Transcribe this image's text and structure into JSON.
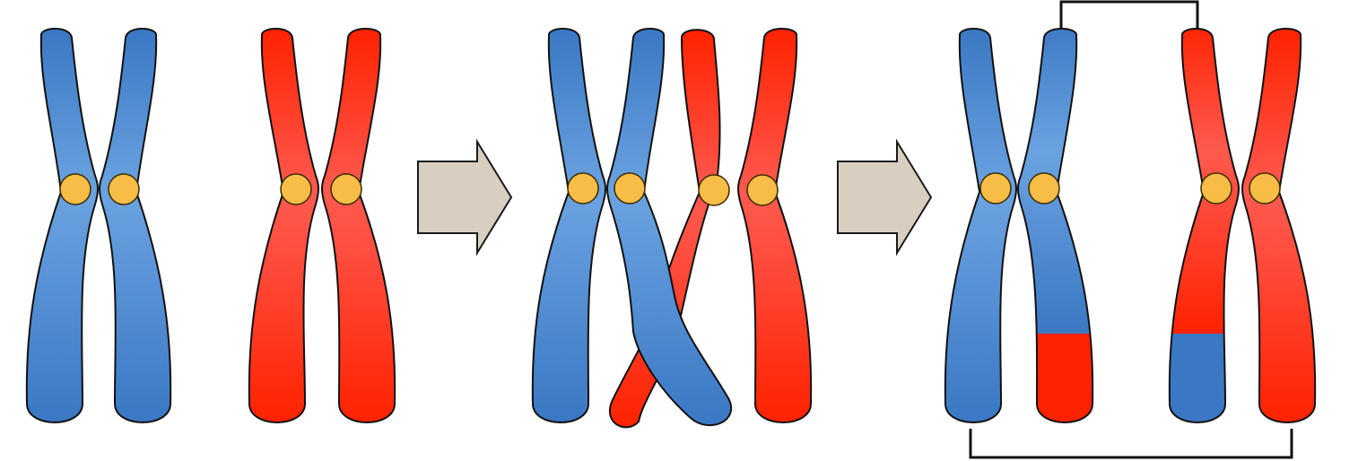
{
  "diagram": {
    "title_fragment": "",
    "colors": {
      "blue_light": "#6ba3e0",
      "blue_dark": "#3a78c4",
      "red_light": "#ff5a50",
      "red_dark": "#ff2200",
      "centromere": "#f7bd47",
      "arrow_fill": "#d8cfc0",
      "outline": "#111111"
    },
    "stages": [
      {
        "name": "homologous-pair",
        "chromosomes": [
          "blue",
          "red"
        ]
      },
      {
        "name": "crossing-over",
        "chromosomes": [
          "blue",
          "red"
        ]
      },
      {
        "name": "recombinant-chromatids",
        "chromosomes": [
          "blue-with-red-tip",
          "red-with-blue-tip"
        ]
      }
    ],
    "arrows": [
      {
        "name": "arrow-step-1"
      },
      {
        "name": "arrow-step-2"
      }
    ]
  }
}
